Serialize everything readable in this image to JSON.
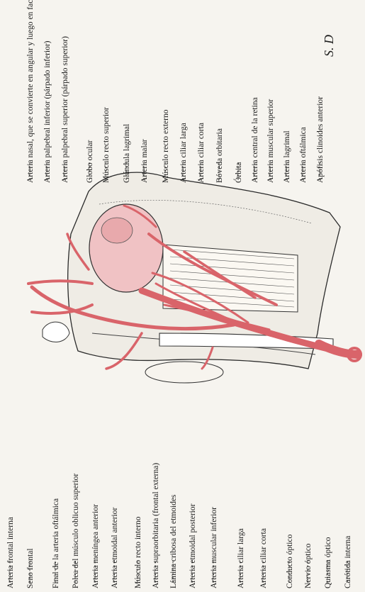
{
  "signature": "S. D",
  "colors": {
    "paper": "#f6f4ef",
    "ink": "#1b1b1b",
    "artery": "#d9646a",
    "artery_light": "#f0c2c4"
  },
  "labels_left": [
    "Arteria frontal interna",
    "Seno frontal",
    "Final de la arteria oftálmica",
    "Polea del músculo oblicuo superior",
    "Arteria meníngea anterior",
    "Arteria etmoidal anterior",
    "Músculo recto interno",
    "Arteria supraorbitaria (frontal externa)",
    "Lámina cribosa del etmoides",
    "Arteria etmoidal posterior",
    "Arteria muscular inferior",
    "Arteria ciliar larga",
    "Arteria ciliar corta",
    "Conducto óptico",
    "Nervio óptico",
    "Quiasma óptico",
    "Carótida interna"
  ],
  "labels_right": [
    "Arteria nasal, que se convierte en angular y luego en facial",
    "Arteria palpebral inferior (párpado inferior)",
    "Arteria palpebral superior (párpado superior)",
    "Globo ocular",
    "Músculo recto superior",
    "Glándula lagrimal",
    "Arteria malar",
    "Músculo recto externo",
    "Arteria ciliar larga",
    "Arteria ciliar corta",
    "Bóveda orbitaria",
    "Órbita",
    "Arteria central de la retina",
    "Arteria muscular superior",
    "Arteria lagrimal",
    "Arteria oftálmica",
    "Apófisis clinoides anterior"
  ]
}
